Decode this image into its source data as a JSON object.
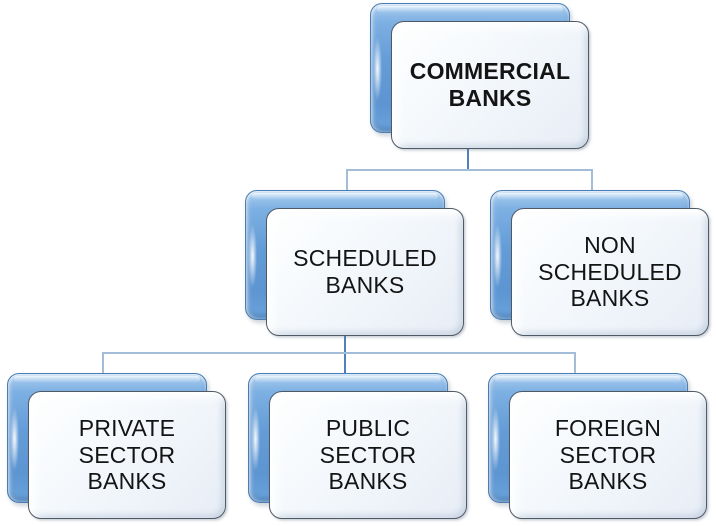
{
  "diagram": {
    "type": "hierarchy-org-chart",
    "subject": "Classification of commercial banks",
    "nodes": {
      "root": {
        "label": "COMMERCIAL\nBANKS"
      },
      "scheduled": {
        "label": "SCHEDULED\nBANKS"
      },
      "non_scheduled": {
        "label": "NON\nSCHEDULED\nBANKS"
      },
      "private_sector": {
        "label": "PRIVATE\nSECTOR\nBANKS"
      },
      "public_sector": {
        "label": "PUBLIC\nSECTOR\nBANKS"
      },
      "foreign_sector": {
        "label": "FOREIGN\nSECTOR\nBANKS"
      }
    },
    "edges": [
      {
        "from": "COMMERCIAL BANKS",
        "to": "SCHEDULED BANKS"
      },
      {
        "from": "COMMERCIAL BANKS",
        "to": "NON SCHEDULED BANKS"
      },
      {
        "from": "SCHEDULED BANKS",
        "to": "PRIVATE SECTOR BANKS"
      },
      {
        "from": "SCHEDULED BANKS",
        "to": "PUBLIC SECTOR BANKS"
      },
      {
        "from": "SCHEDULED BANKS",
        "to": "FOREIGN SECTOR BANKS"
      }
    ],
    "colors": {
      "background": "#ffffff",
      "panel_blue": "#649cd7",
      "panel_blue_highlight": "#a9cdef",
      "panel_blue_border": "#4a7db3",
      "front_fill": "#f0f5fa",
      "front_border": "#505a66",
      "connector_blue": "#4f81bd",
      "connector_light": "#a3bdd8",
      "text": "#141414"
    }
  }
}
